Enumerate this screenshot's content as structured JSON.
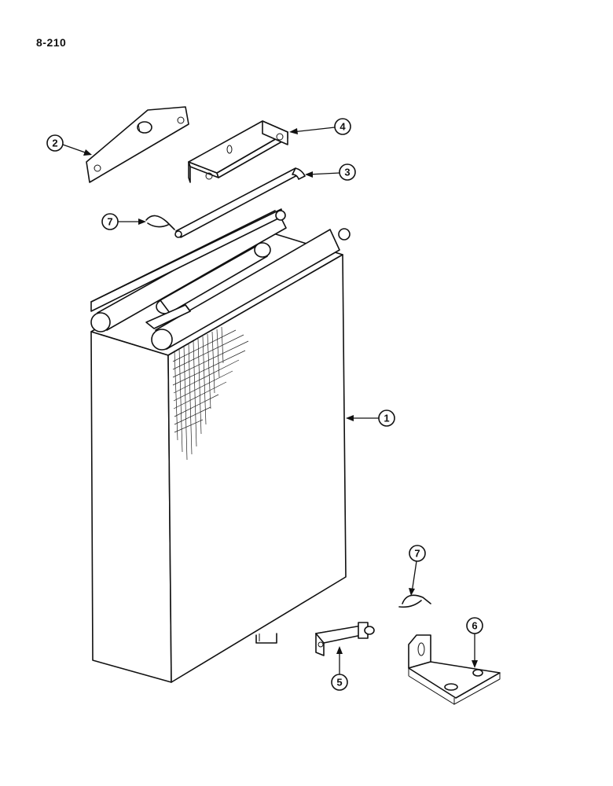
{
  "page": {
    "number": "8-210"
  },
  "callouts": [
    {
      "id": "1",
      "label": "1"
    },
    {
      "id": "2",
      "label": "2"
    },
    {
      "id": "3",
      "label": "3"
    },
    {
      "id": "4",
      "label": "4"
    },
    {
      "id": "5",
      "label": "5"
    },
    {
      "id": "6",
      "label": "6"
    },
    {
      "id": "7a",
      "label": "7"
    },
    {
      "id": "7b",
      "label": "7"
    }
  ]
}
